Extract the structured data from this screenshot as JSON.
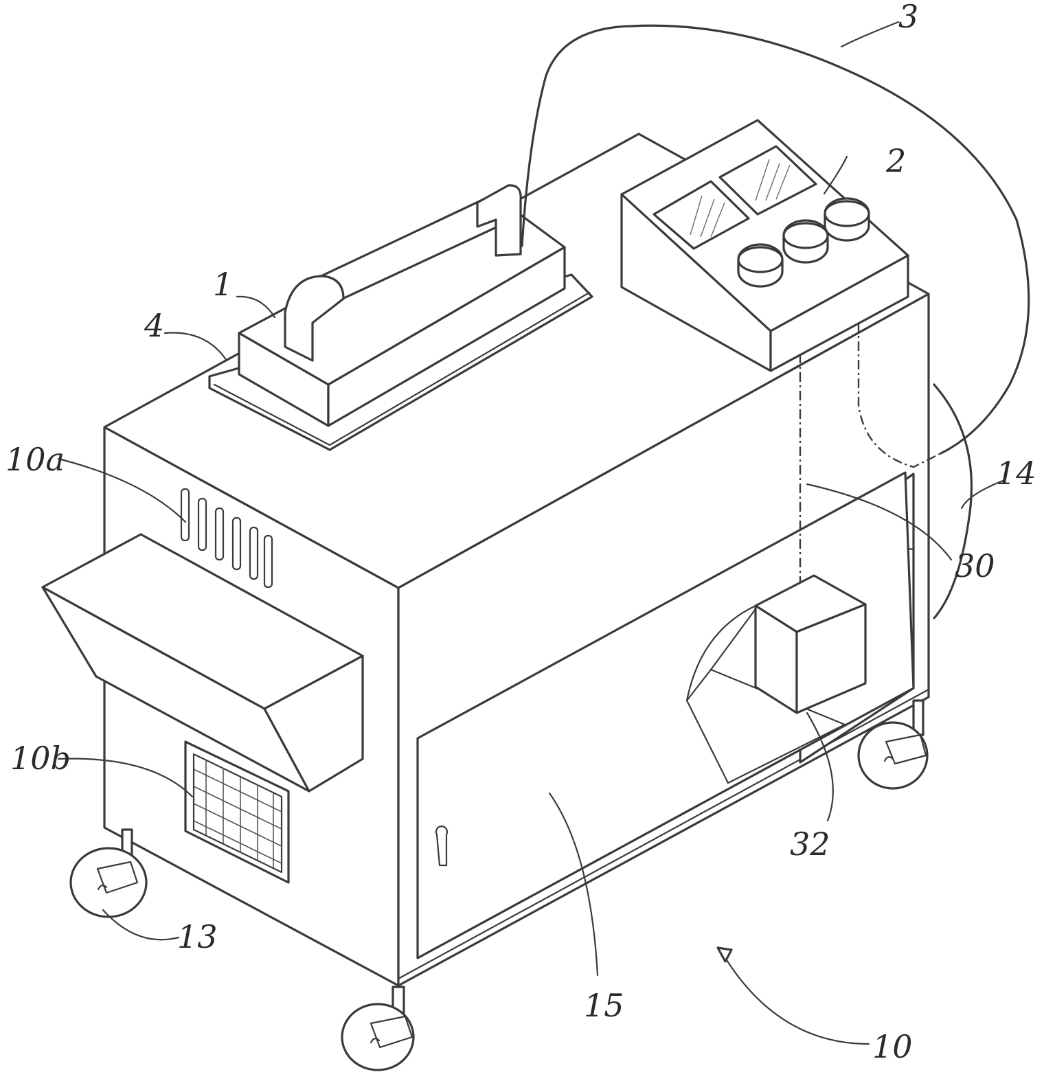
{
  "labels": {
    "l1": "1",
    "l2": "2",
    "l3": "3",
    "l4": "4",
    "l10": "10",
    "l10a": "10a",
    "l10b": "10b",
    "l13": "13",
    "l14": "14",
    "l15": "15",
    "l30": "30",
    "l32": "32"
  }
}
